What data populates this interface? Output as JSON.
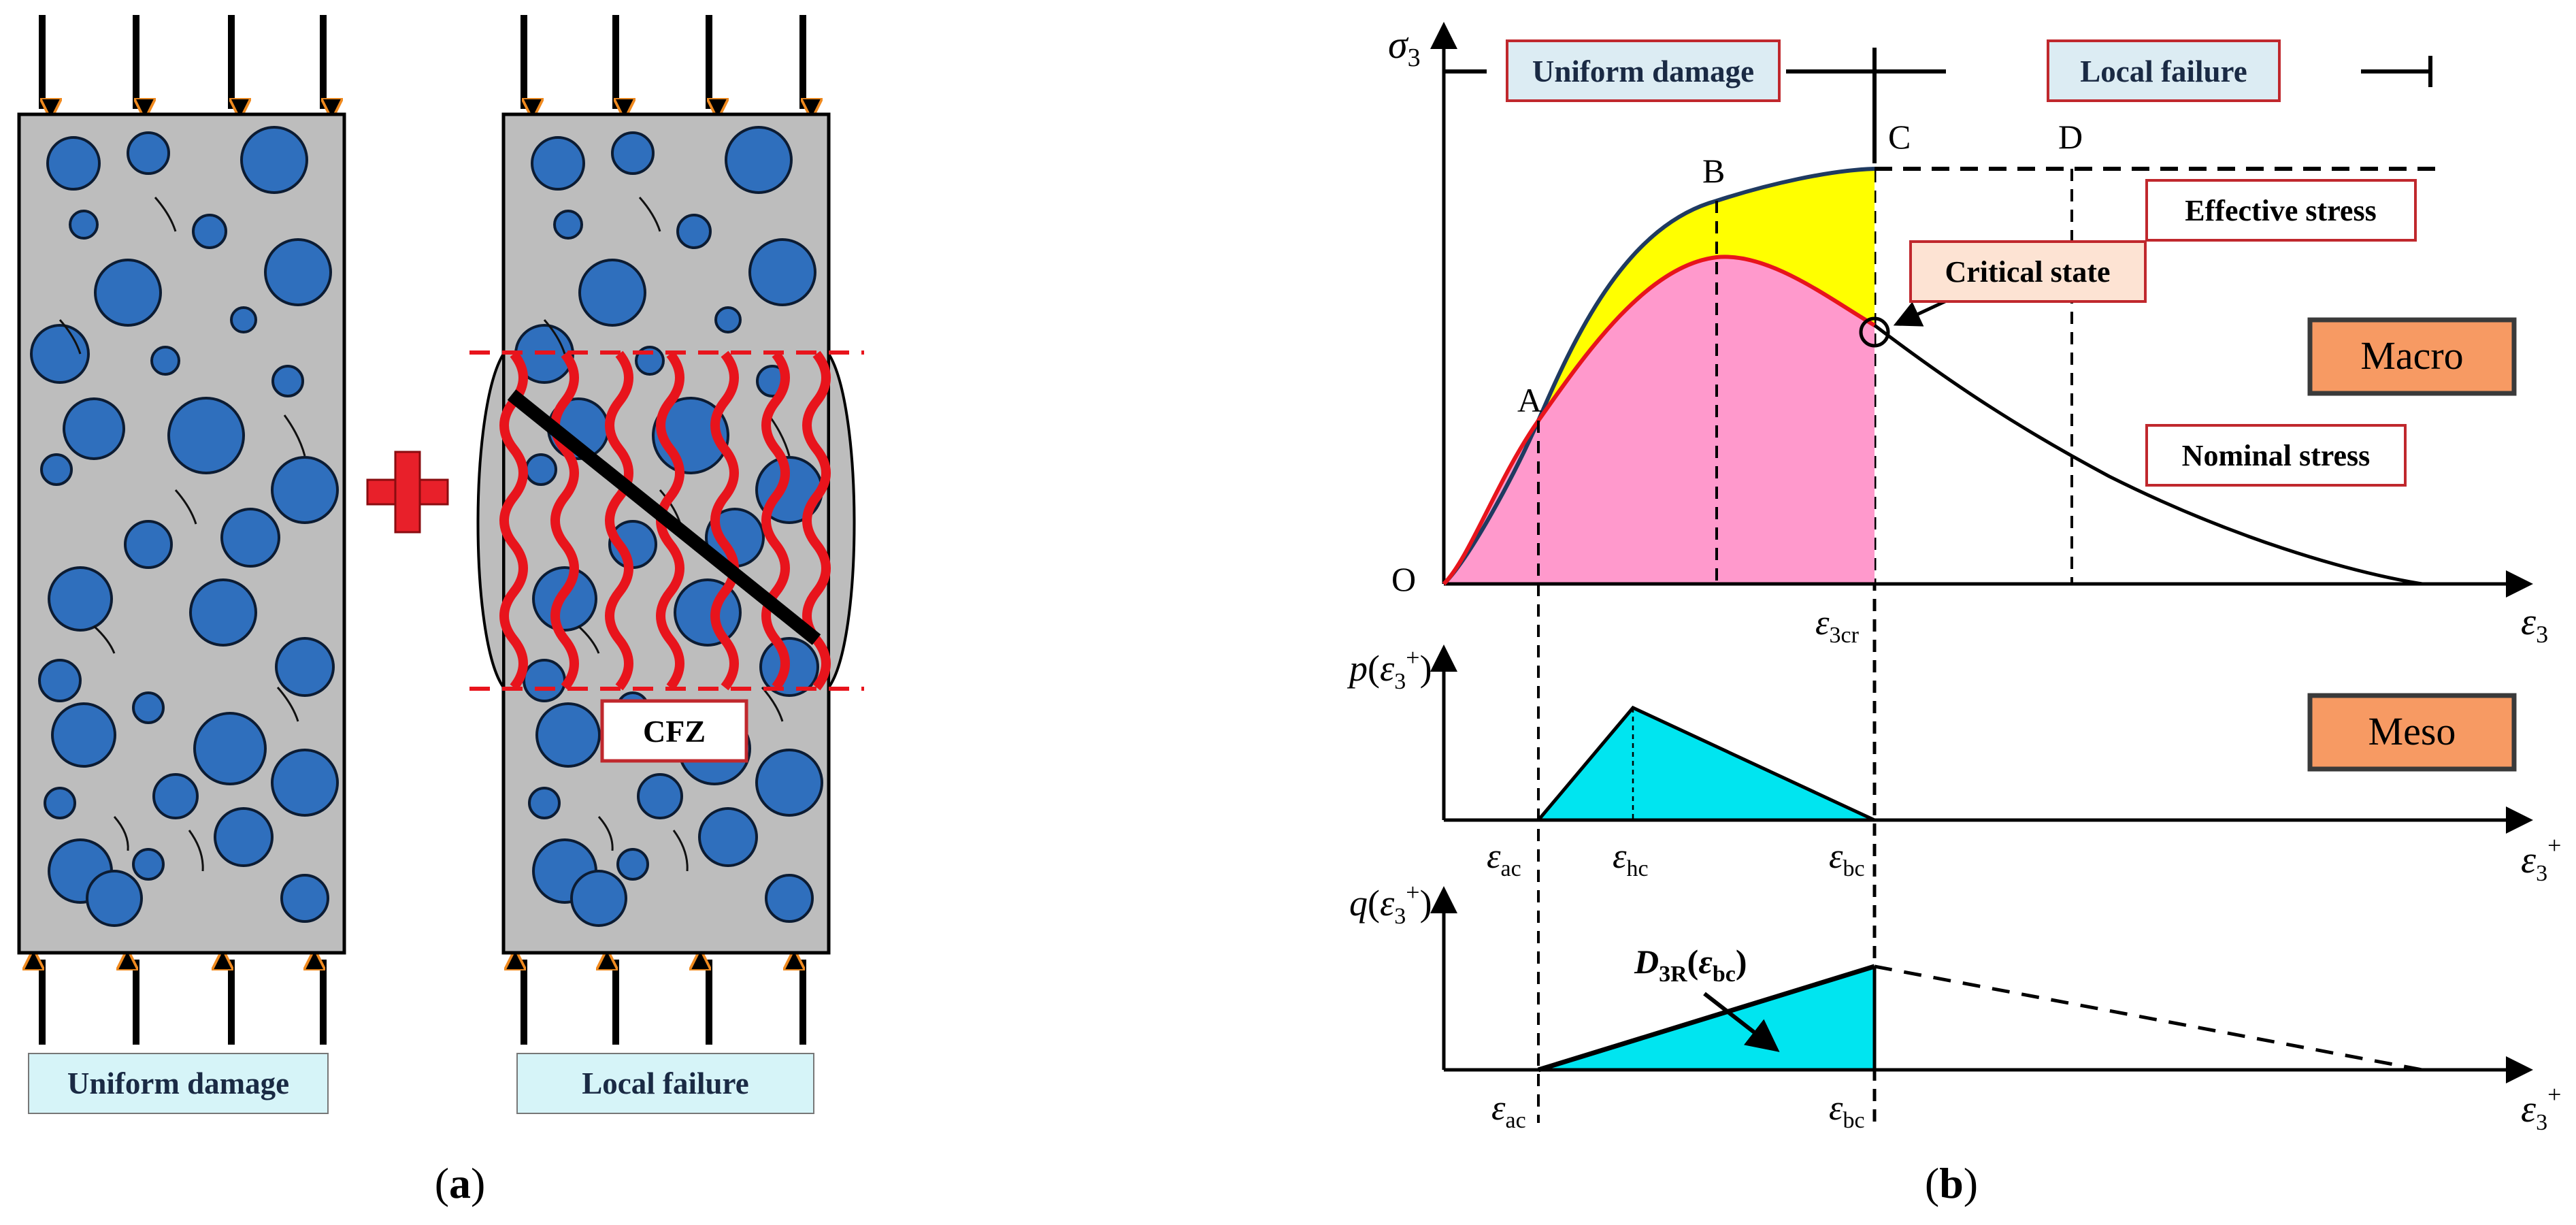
{
  "panel_a": {
    "caption": "(a)",
    "caption_letter": "a",
    "left_specimen": {
      "label": "Uniform damage"
    },
    "right_specimen": {
      "label": "Local failure",
      "zone_label": "CFZ"
    },
    "plus_color": "#e8202a",
    "specimen_fill": "#bdbdbd",
    "aggregate_fill": "#2f6fbd",
    "crack_color": "#e8141c",
    "label_bg": "#d6f4f8"
  },
  "panel_b": {
    "caption": "(b)",
    "caption_letter": "b",
    "stages": {
      "uniform": "Uniform damage",
      "local": "Local failure"
    },
    "macro": {
      "y_axis": "σ₃",
      "x_axis": "ε₃",
      "origin": "O",
      "points": {
        "A": "A",
        "B": "B",
        "C": "C",
        "D": "D"
      },
      "x_tick": "ε₃cr",
      "effective_stress": "Effective stress",
      "critical_state": "Critical state",
      "nominal_stress": "Nominal stress",
      "scale_tag": "Macro"
    },
    "meso": {
      "y_axis": "p(ε₃⁺)",
      "x_axis": "ε₃⁺",
      "ticks": [
        "εac",
        "εhc",
        "εbc"
      ],
      "scale_tag": "Meso"
    },
    "q_plot": {
      "y_axis": "q(ε₃⁺)",
      "x_axis": "ε₃⁺",
      "ticks": [
        "εac",
        "εbc"
      ],
      "annotation": "D3R(εbc)"
    },
    "colors": {
      "yellow": "#ffff00",
      "pink": "#ff99cc",
      "cyan": "#00e5f0",
      "effective_curve": "#1f3a60",
      "nominal_curve": "#e8141c",
      "tag_fill": "#f79a63",
      "stage_bg": "#dcecf3",
      "stage_border": "#c0282d",
      "critical_bg": "#fde3d3"
    }
  }
}
